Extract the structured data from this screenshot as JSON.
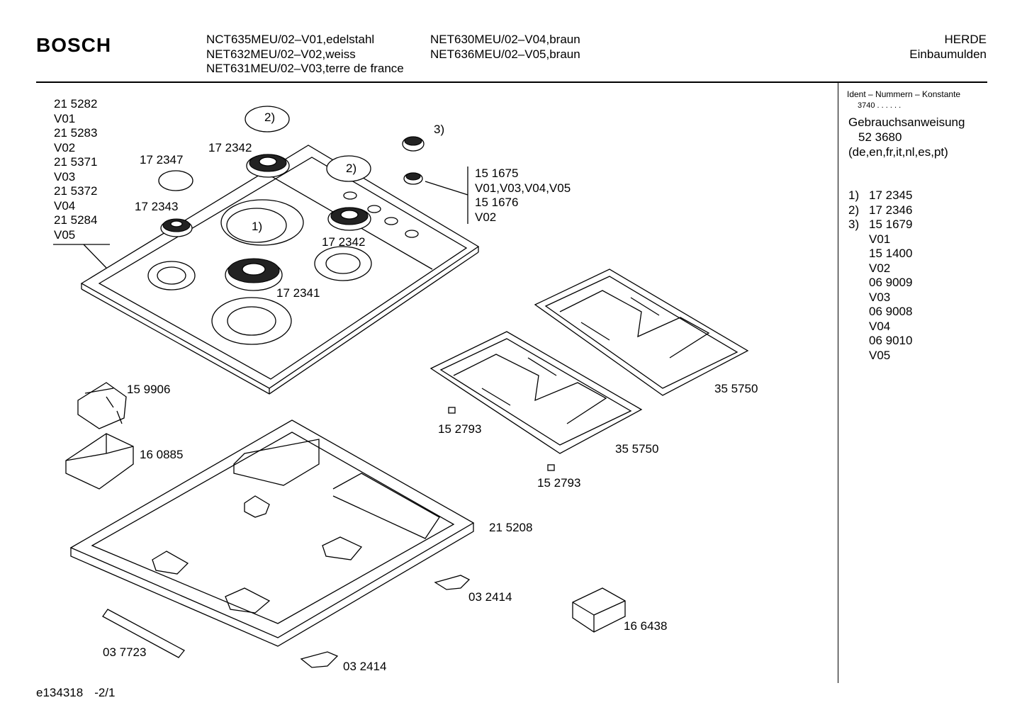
{
  "header": {
    "brand": "BOSCH",
    "models_col1": [
      "NCT635MEU/02–V01,edelstahl",
      "NET632MEU/02–V02,weiss",
      "NET631MEU/02–V03,terre de france"
    ],
    "models_col2": [
      "NET630MEU/02–V04,braun",
      "NET636MEU/02–V05,braun"
    ],
    "category": [
      "HERDE",
      "Einbaumulden"
    ]
  },
  "sidebar": {
    "ident_title": "Ident – Nummern – Konstante",
    "ident_value": "3740  .  .  .  .  .  .",
    "manual_title": "Gebrauchsanweisung",
    "manual_number": "52 3680",
    "manual_languages": "(de,en,fr,it,nl,es,pt)",
    "notes": [
      {
        "key": "1)",
        "value": "17 2345"
      },
      {
        "key": "2)",
        "value": "17 2346"
      },
      {
        "key": "3)",
        "value": "15 1679"
      },
      {
        "key": "",
        "value": "V01"
      },
      {
        "key": "",
        "value": "15 1400"
      },
      {
        "key": "",
        "value": "V02"
      },
      {
        "key": "",
        "value": "06 9009"
      },
      {
        "key": "",
        "value": "V03"
      },
      {
        "key": "",
        "value": "06 9008"
      },
      {
        "key": "",
        "value": "V04"
      },
      {
        "key": "",
        "value": "06 9010"
      },
      {
        "key": "",
        "value": "V05"
      }
    ]
  },
  "diagram": {
    "variant_list": [
      "21 5282",
      "V01",
      "21 5283",
      "V02",
      "21 5371",
      "V03",
      "21 5372",
      "V04",
      "21 5284",
      "V05"
    ],
    "knob_list": [
      "15 1675",
      "V01,V03,V04,V05",
      "15 1676",
      "V02"
    ],
    "labels": {
      "burner_cap_small": "17 2347",
      "burner_top": "17 2342",
      "burner_left": "17 2343",
      "burner_right": "17 2342",
      "burner_large": "17 2341",
      "bubble_2a": "2)",
      "bubble_2b": "2)",
      "bubble_1": "1)",
      "knob_ref": "3)",
      "transformer": "15 9906",
      "cover": "16 0885",
      "grate_back": "35 5750",
      "grate_front": "35 5750",
      "foot_1": "15 2793",
      "foot_2": "15 2793",
      "pan_base": "21 5208",
      "clip_1": "03 2414",
      "clip_2": "03 2414",
      "box": "16 6438",
      "strip": "03 7723"
    }
  },
  "footer": {
    "doc_id": "e134318",
    "page": "-2/1"
  }
}
